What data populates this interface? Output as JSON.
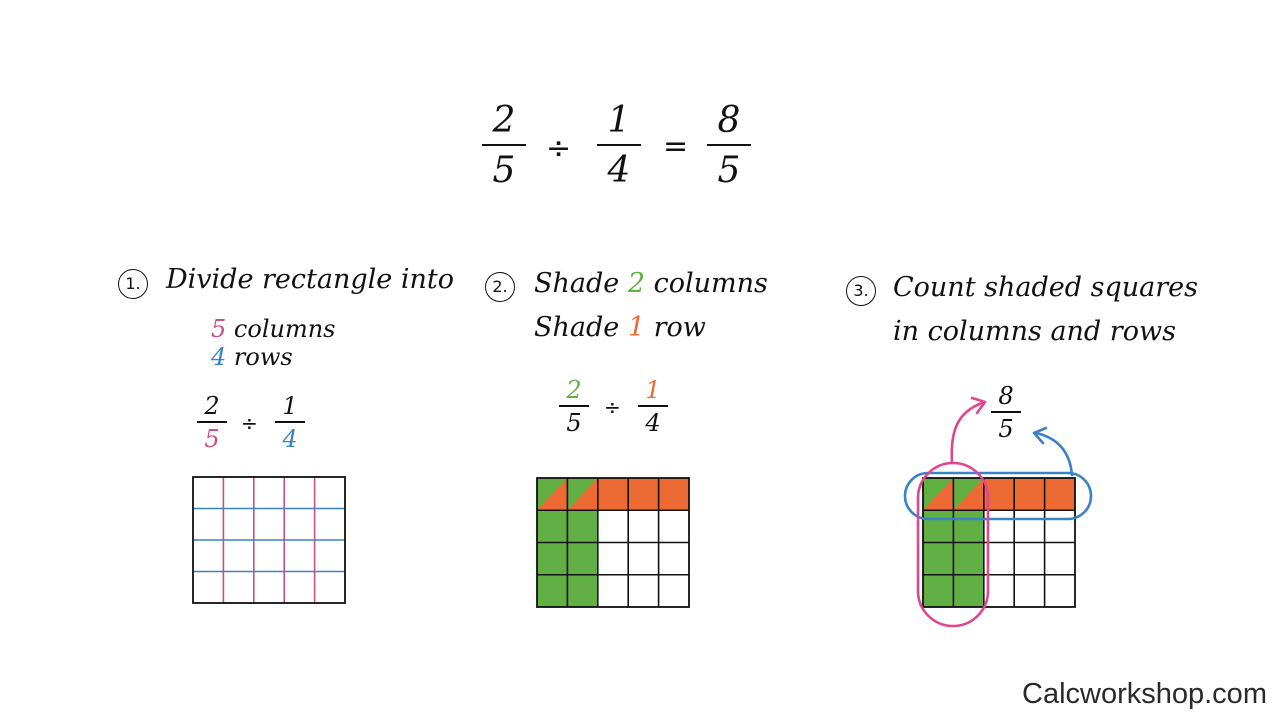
{
  "colors": {
    "pink": "#cc4f86",
    "blue": "#3a82c8",
    "green": "#62b044",
    "orange": "#ee6a34",
    "ink": "#111111"
  },
  "main_equation": {
    "a": {
      "num": "2",
      "den": "5"
    },
    "op": "÷",
    "b": {
      "num": "1",
      "den": "4"
    },
    "eq": "=",
    "result": {
      "num": "8",
      "den": "5"
    }
  },
  "step1": {
    "number": "1.",
    "title": "Divide rectangle into",
    "columns_num": "5",
    "columns_text": "columns",
    "rows_num": "4",
    "rows_text": "rows",
    "equation": {
      "a_num": "2",
      "a_den": "5",
      "op": "÷",
      "b_num": "1",
      "b_den": "4"
    },
    "grid": {
      "columns": 5,
      "rows": 4
    }
  },
  "step2": {
    "number": "2.",
    "line1_pre": "Shade",
    "line1_num": "2",
    "line1_post": "columns",
    "line2_pre": "Shade",
    "line2_num": "1",
    "line2_post": "row",
    "equation": {
      "a_num": "2",
      "a_den": "5",
      "op": "÷",
      "b_num": "1",
      "b_den": "4"
    },
    "grid": {
      "columns": 5,
      "rows": 4,
      "shaded_columns": 2,
      "shaded_rows": 1
    }
  },
  "step3": {
    "number": "3.",
    "line1": "Count shaded squares",
    "line2": "in columns and rows",
    "result": {
      "num": "8",
      "den": "5"
    },
    "grid": {
      "columns": 5,
      "rows": 4,
      "shaded_columns": 2,
      "shaded_rows": 1
    }
  },
  "brand": "Calcworkshop.com"
}
